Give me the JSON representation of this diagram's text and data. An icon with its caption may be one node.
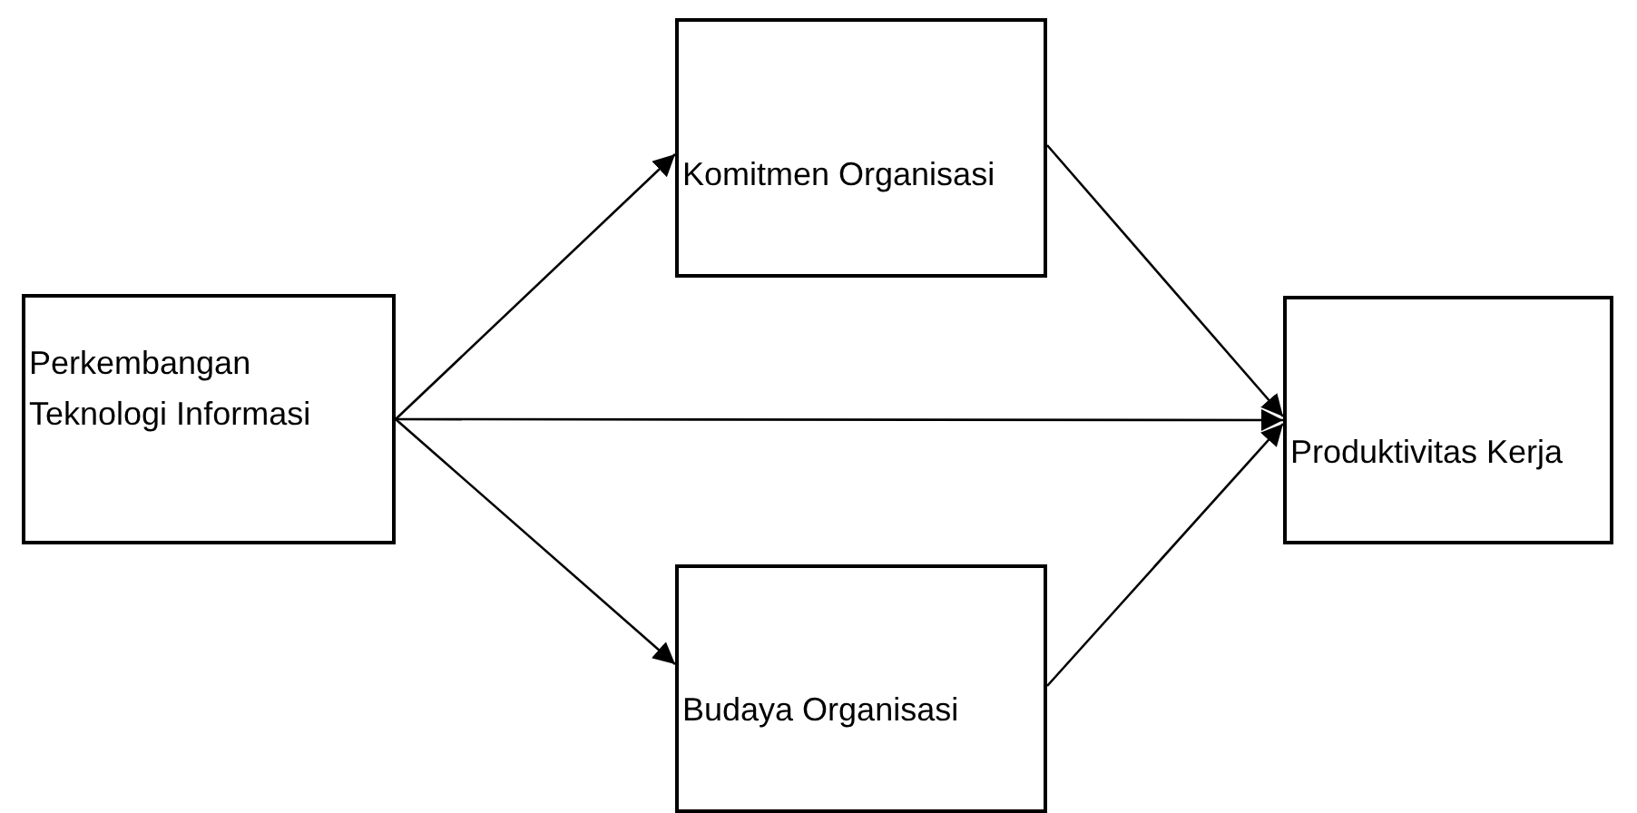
{
  "diagram": {
    "nodes": [
      {
        "text": [
          "Perkembangan Teknologi Informasi"
        ]
      },
      {
        "text": [
          "Komitmen Organisasi"
        ]
      },
      {
        "text": [
          "Budaya Organisasi"
        ]
      },
      {
        "text": [
          "Produktivitas Kerja"
        ]
      }
    ],
    "edges": [
      {
        "from": 0,
        "to": 1,
        "arrow": "to"
      },
      {
        "from": 0,
        "to": 2,
        "arrow": "to"
      },
      {
        "from": 0,
        "to": 3,
        "arrow": "to"
      },
      {
        "from": 1,
        "to": 3,
        "arrow": "to"
      },
      {
        "from": 2,
        "to": 3,
        "arrow": "to"
      }
    ]
  }
}
